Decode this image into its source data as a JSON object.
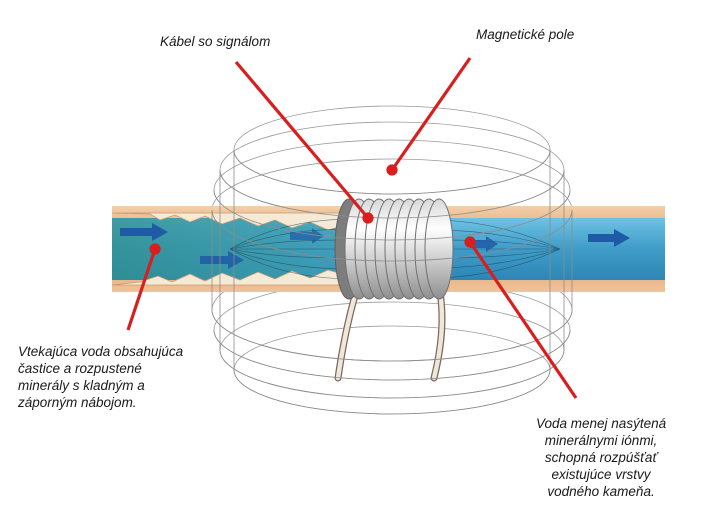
{
  "labels": {
    "cable": "Kábel so signálom",
    "field": "Magnetické pole",
    "inflow": [
      "Vtekajúca voda obsahujúca",
      "častice a rozpustené",
      "minerály s kladným a",
      "záporným nábojom."
    ],
    "outflow": [
      "Voda menej nasýtená",
      "minerálnymi iónmi,",
      "schopná rozpúšťať",
      "existujúce vrstvy",
      "vodného kameňa."
    ]
  },
  "colors": {
    "pointer": "#d81e1e",
    "pipe_wall": "#e8b58a",
    "water": "#4aa6cf",
    "deposit": "#f3e7d2",
    "field_line": "#8c8c8c",
    "coil": "#f0f0f0"
  }
}
